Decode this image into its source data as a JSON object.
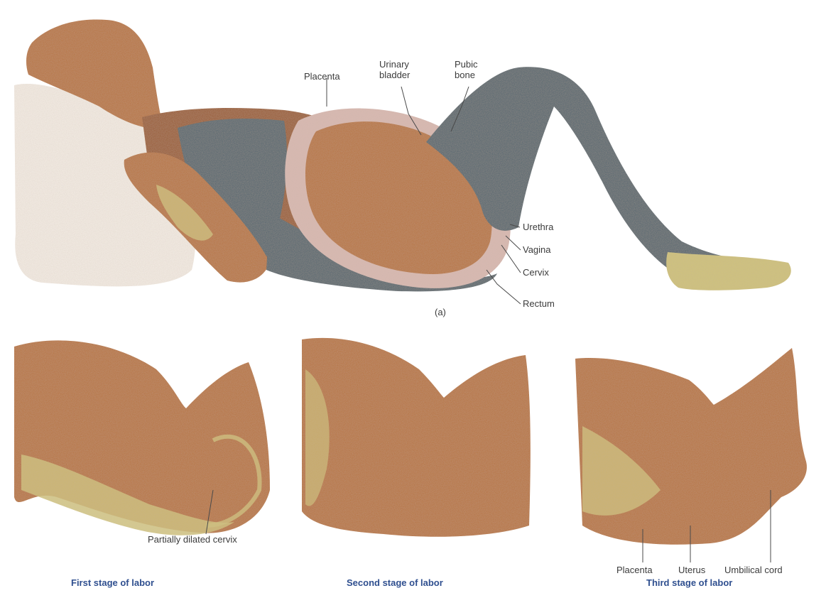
{
  "figure": {
    "panel_a": {
      "part_label": "(a)",
      "labels": {
        "placenta": "Placenta",
        "urinary_bladder_1": "Urinary",
        "urinary_bladder_2": "bladder",
        "pubic_bone_1": "Pubic",
        "pubic_bone_2": "bone",
        "urethra": "Urethra",
        "vagina": "Vagina",
        "cervix": "Cervix",
        "rectum": "Rectum"
      }
    },
    "panel_first": {
      "caption": "First stage of labor",
      "label": "Partially dilated cervix"
    },
    "panel_second": {
      "caption": "Second stage of labor"
    },
    "panel_third": {
      "caption": "Third stage of labor",
      "labels": {
        "placenta": "Placenta",
        "uterus": "Uterus",
        "umbilical_cord": "Umbilical cord"
      }
    }
  },
  "colors": {
    "skin": "#b8733f",
    "skin_dark": "#9a5a30",
    "clothing": "#4f6470",
    "pillow": "#f4ede6",
    "uterus_rim": "#d9b9b3",
    "yellow_tissue": "#cfc27a",
    "caption": "#2f4f8f",
    "text": "#3b3b3b"
  }
}
